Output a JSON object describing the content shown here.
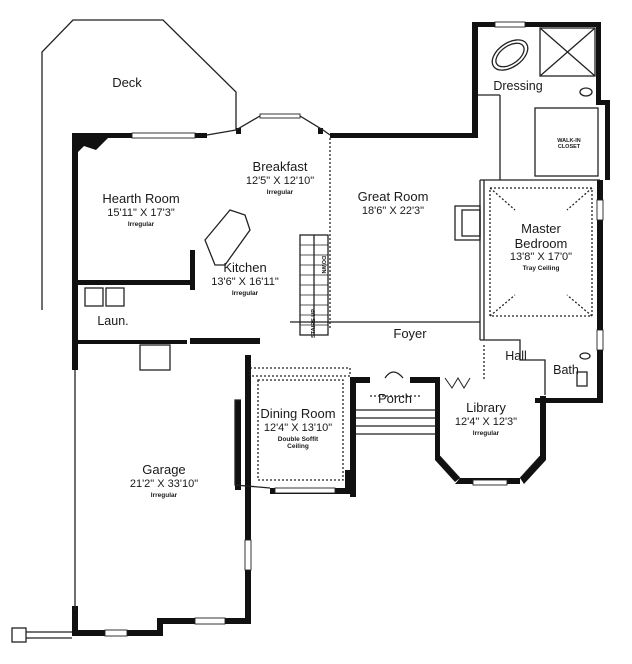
{
  "plan": {
    "rooms": [
      {
        "id": "deck",
        "name": "Deck",
        "dimensions": "",
        "note": ""
      },
      {
        "id": "hearth-room",
        "name": "Hearth Room",
        "dimensions": "15'11\" X 17'3\"",
        "note": "Irregular"
      },
      {
        "id": "breakfast",
        "name": "Breakfast",
        "dimensions": "12'5\" X 12'10\"",
        "note": "Irregular"
      },
      {
        "id": "great-room",
        "name": "Great Room",
        "dimensions": "18'6\" X 22'3\"",
        "note": ""
      },
      {
        "id": "master-bedroom",
        "name": "Master Bedroom",
        "name_line1": "Master",
        "name_line2": "Bedroom",
        "dimensions": "13'8\" X 17'0\"",
        "note": "Tray Ceiling"
      },
      {
        "id": "dressing",
        "name": "Dressing",
        "dimensions": "",
        "note": ""
      },
      {
        "id": "walk-in-closet",
        "name": "WALK-IN CLOSET",
        "name_line1": "WALK-IN",
        "name_line2": "CLOSET",
        "dimensions": "",
        "note": ""
      },
      {
        "id": "kitchen",
        "name": "Kitchen",
        "dimensions": "13'6\" X 16'11\"",
        "note": "Irregular"
      },
      {
        "id": "laundry",
        "name": "Laun.",
        "dimensions": "",
        "note": ""
      },
      {
        "id": "foyer",
        "name": "Foyer",
        "dimensions": "",
        "note": ""
      },
      {
        "id": "hall",
        "name": "Hall",
        "dimensions": "",
        "note": ""
      },
      {
        "id": "bath",
        "name": "Bath",
        "dimensions": "",
        "note": ""
      },
      {
        "id": "dining-room",
        "name": "Dining Room",
        "dimensions": "12'4\" X 13'10\"",
        "note": "Double Soffit Ceiling",
        "note_line1": "Double Soffit",
        "note_line2": "Ceiling"
      },
      {
        "id": "porch",
        "name": "Porch",
        "dimensions": "",
        "note": ""
      },
      {
        "id": "library",
        "name": "Library",
        "dimensions": "12'4\" X 12'3\"",
        "note": "Irregular"
      },
      {
        "id": "garage",
        "name": "Garage",
        "dimensions": "21'2\" X 33'10\"",
        "note": "Irregular"
      }
    ],
    "stairs": {
      "down_label": "DOWN",
      "up_label": "STAIRS UP"
    },
    "colors": {
      "wall": "#111111",
      "line": "#222222",
      "dotted": "#555555",
      "background": "#ffffff"
    }
  }
}
